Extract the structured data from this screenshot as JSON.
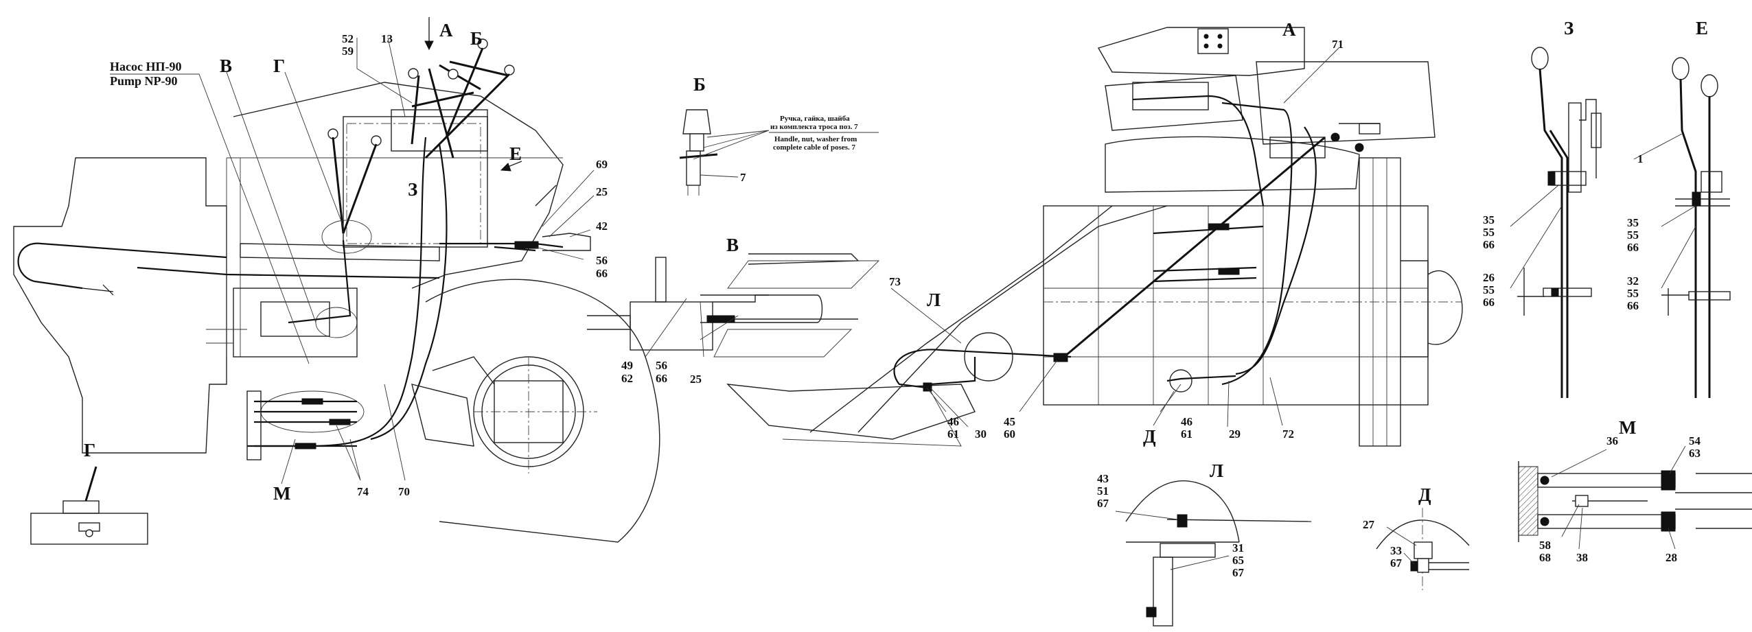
{
  "pump_label": {
    "line1": "Насос НП-90",
    "line2": "Pump NP-90"
  },
  "view_letters": {
    "A_main": "А",
    "B_main": "Б",
    "V_main": "В",
    "G_main": "Г",
    "E_main": "Е",
    "Z_main": "З",
    "M_main": "М",
    "A_right": "А",
    "L_right": "Л",
    "D_right": "Д",
    "B_detail": "Б",
    "V_detail": "В",
    "G_detail": "Г",
    "Z_detail": "З",
    "E_detail": "Е",
    "M_detail": "М",
    "L_detail": "Л",
    "D_detail": "Д"
  },
  "detail_b_note": {
    "ru1": "Ручка, гайка, шайба",
    "ru2": "из комплекта троса поз. 7",
    "en1": "Handle, nut, washer from",
    "en2": "complete  cable of poses. 7"
  },
  "positions": {
    "p52_59": [
      "52",
      "59"
    ],
    "p13": "13",
    "p69": "69",
    "p25_a": "25",
    "p42": "42",
    "p56_66_a": [
      "56",
      "66"
    ],
    "p74": "74",
    "p70": "70",
    "p7": "7",
    "p49_62": [
      "49",
      "62"
    ],
    "p56_66_b": [
      "56",
      "66"
    ],
    "p25_b": "25",
    "p71": "71",
    "p73": "73",
    "p46_61_a": [
      "46",
      "61"
    ],
    "p30": "30",
    "p45_60": [
      "45",
      "60"
    ],
    "p46_61_b": [
      "46",
      "61"
    ],
    "p29": "29",
    "p72": "72",
    "p35_55_66_a": [
      "35",
      "55",
      "66"
    ],
    "p26_55_66": [
      "26",
      "55",
      "66"
    ],
    "p1": "1",
    "p35_55_66_b": [
      "35",
      "55",
      "66"
    ],
    "p32_55_66": [
      "32",
      "55",
      "66"
    ],
    "p36": "36",
    "p54_63": [
      "54",
      "63"
    ],
    "p58_68": [
      "58",
      "68"
    ],
    "p38": "38",
    "p28": "28",
    "p43_51_67": [
      "43",
      "51",
      "67"
    ],
    "p31_65_67": [
      "31",
      "65",
      "67"
    ],
    "p27": "27",
    "p33_67": [
      "33",
      "67"
    ]
  }
}
